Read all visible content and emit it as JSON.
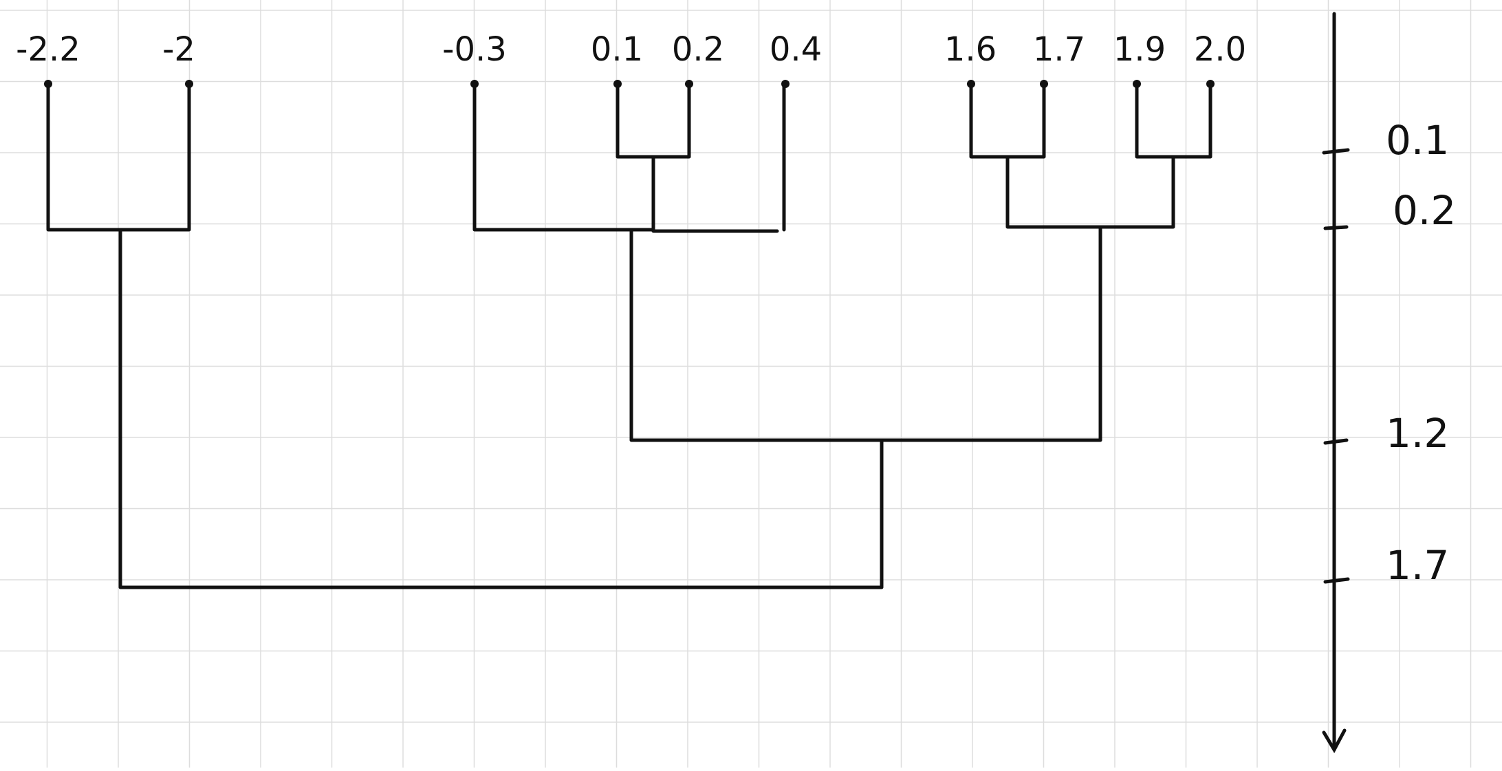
{
  "diagram": {
    "type": "dendrogram",
    "leaves": [
      "-2.2",
      "-2",
      "-0.3",
      "0.1",
      "0.2",
      "0.4",
      "1.6",
      "1.7",
      "1.9",
      "2.0"
    ],
    "merges": [
      {
        "children": [
          "0.1",
          "0.2"
        ],
        "height": 0.1
      },
      {
        "children": [
          "1.6",
          "1.7"
        ],
        "height": 0.1
      },
      {
        "children": [
          "1.9",
          "2.0"
        ],
        "height": 0.1
      },
      {
        "children": [
          "-2.2",
          "-2"
        ],
        "height": 0.2
      },
      {
        "children": [
          "-0.3",
          "{0.1,0.2}",
          "0.4"
        ],
        "height": 0.2
      },
      {
        "children": [
          "{1.6,1.7}",
          "{1.9,2.0}"
        ],
        "height": 0.2
      },
      {
        "children": [
          "{-0.3,0.1,0.2,0.4}",
          "{1.6,1.7,1.9,2.0}"
        ],
        "height": 1.2
      },
      {
        "children": [
          "{-2.2,-2}",
          "{-0.3,...,2.0}"
        ],
        "height": 1.7
      }
    ],
    "scale_ticks": [
      "0.1",
      "0.2",
      "1.2",
      "1.7"
    ],
    "axis_direction": "downward",
    "colors": {
      "ink": "#111111",
      "grid": "#dddddd",
      "background": "#ffffff"
    }
  }
}
